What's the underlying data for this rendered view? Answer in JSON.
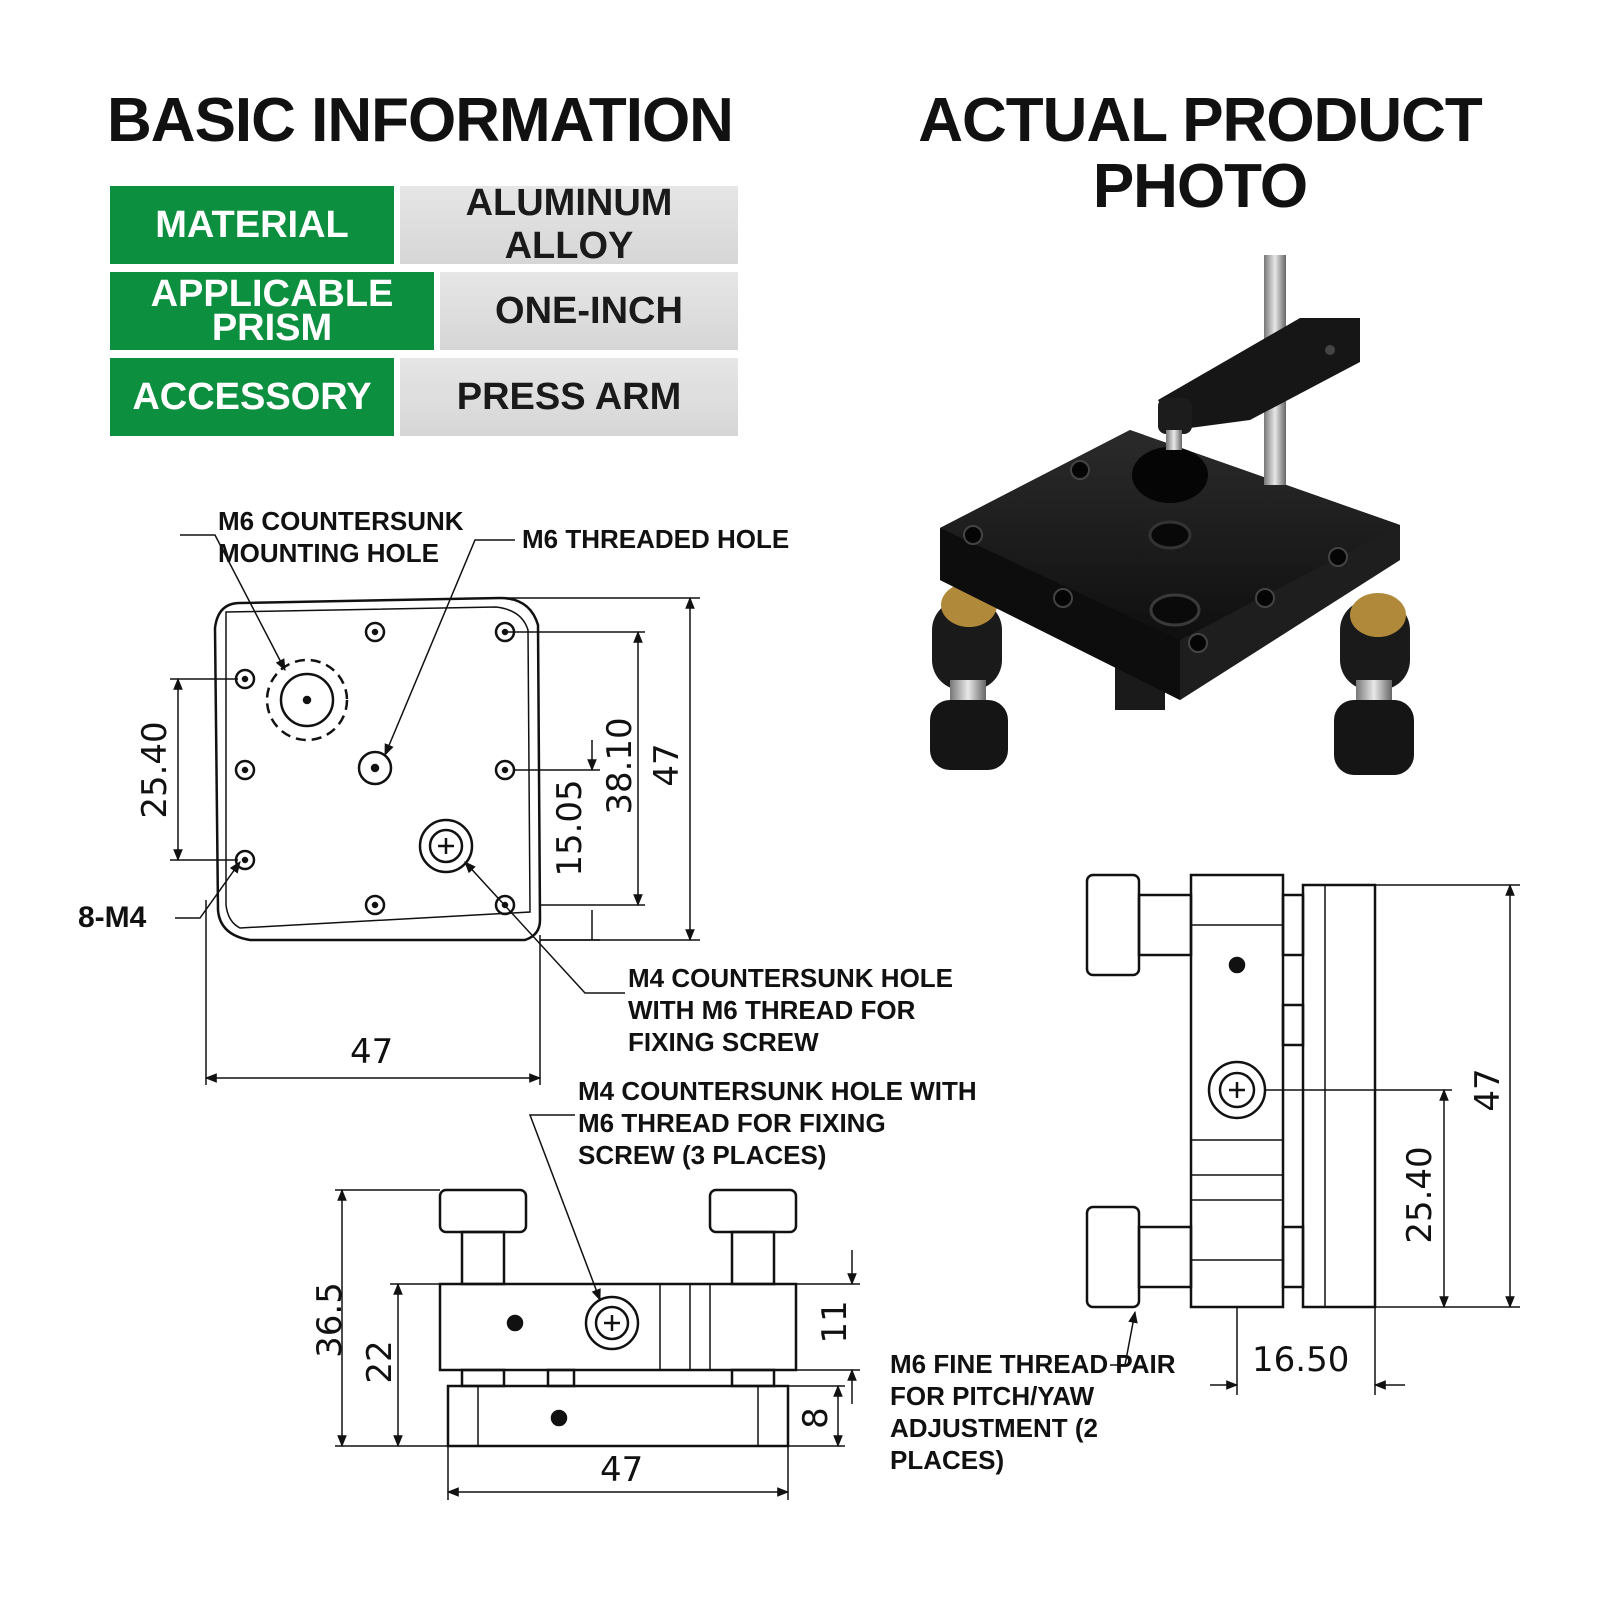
{
  "titles": {
    "basic_info": "BASIC INFORMATION",
    "product_photo": "ACTUAL PRODUCT PHOTO"
  },
  "info_table": [
    {
      "label": "MATERIAL",
      "value": "ALUMINUM ALLOY"
    },
    {
      "label": "APPLICABLE PRISM",
      "value": "ONE-INCH"
    },
    {
      "label": "ACCESSORY",
      "value": "PRESS ARM"
    }
  ],
  "top_view": {
    "callout_m6_countersunk": "M6 COUNTERSUNK MOUNTING HOLE",
    "callout_m6_threaded": "M6 THREADED HOLE",
    "callout_8_m4": "8-M4",
    "callout_m4_countersunk": "M4 COUNTERSUNK HOLE WITH M6 THREAD FOR FIXING SCREW",
    "dim_width": "47",
    "dim_height": "47",
    "dim_25_40": "25.40",
    "dim_38_10": "38.10",
    "dim_15_05": "15.05"
  },
  "front_view": {
    "callout": "M4 COUNTERSUNK HOLE WITH M6 THREAD FOR FIXING SCREW (3 PLACES)",
    "dim_36_5": "36.5",
    "dim_22": "22",
    "dim_11": "11",
    "dim_8": "8",
    "dim_47": "47"
  },
  "side_view": {
    "callout": "M6 FINE THREAD PAIR FOR PITCH/YAW ADJUSTMENT (2 PLACES)",
    "dim_47": "47",
    "dim_25_40": "25.40",
    "dim_16_50": "16.50"
  },
  "colors": {
    "label_green": "#0c8f3e",
    "value_gray": "#dcdcdc",
    "product_black": "#1b1b1b"
  }
}
